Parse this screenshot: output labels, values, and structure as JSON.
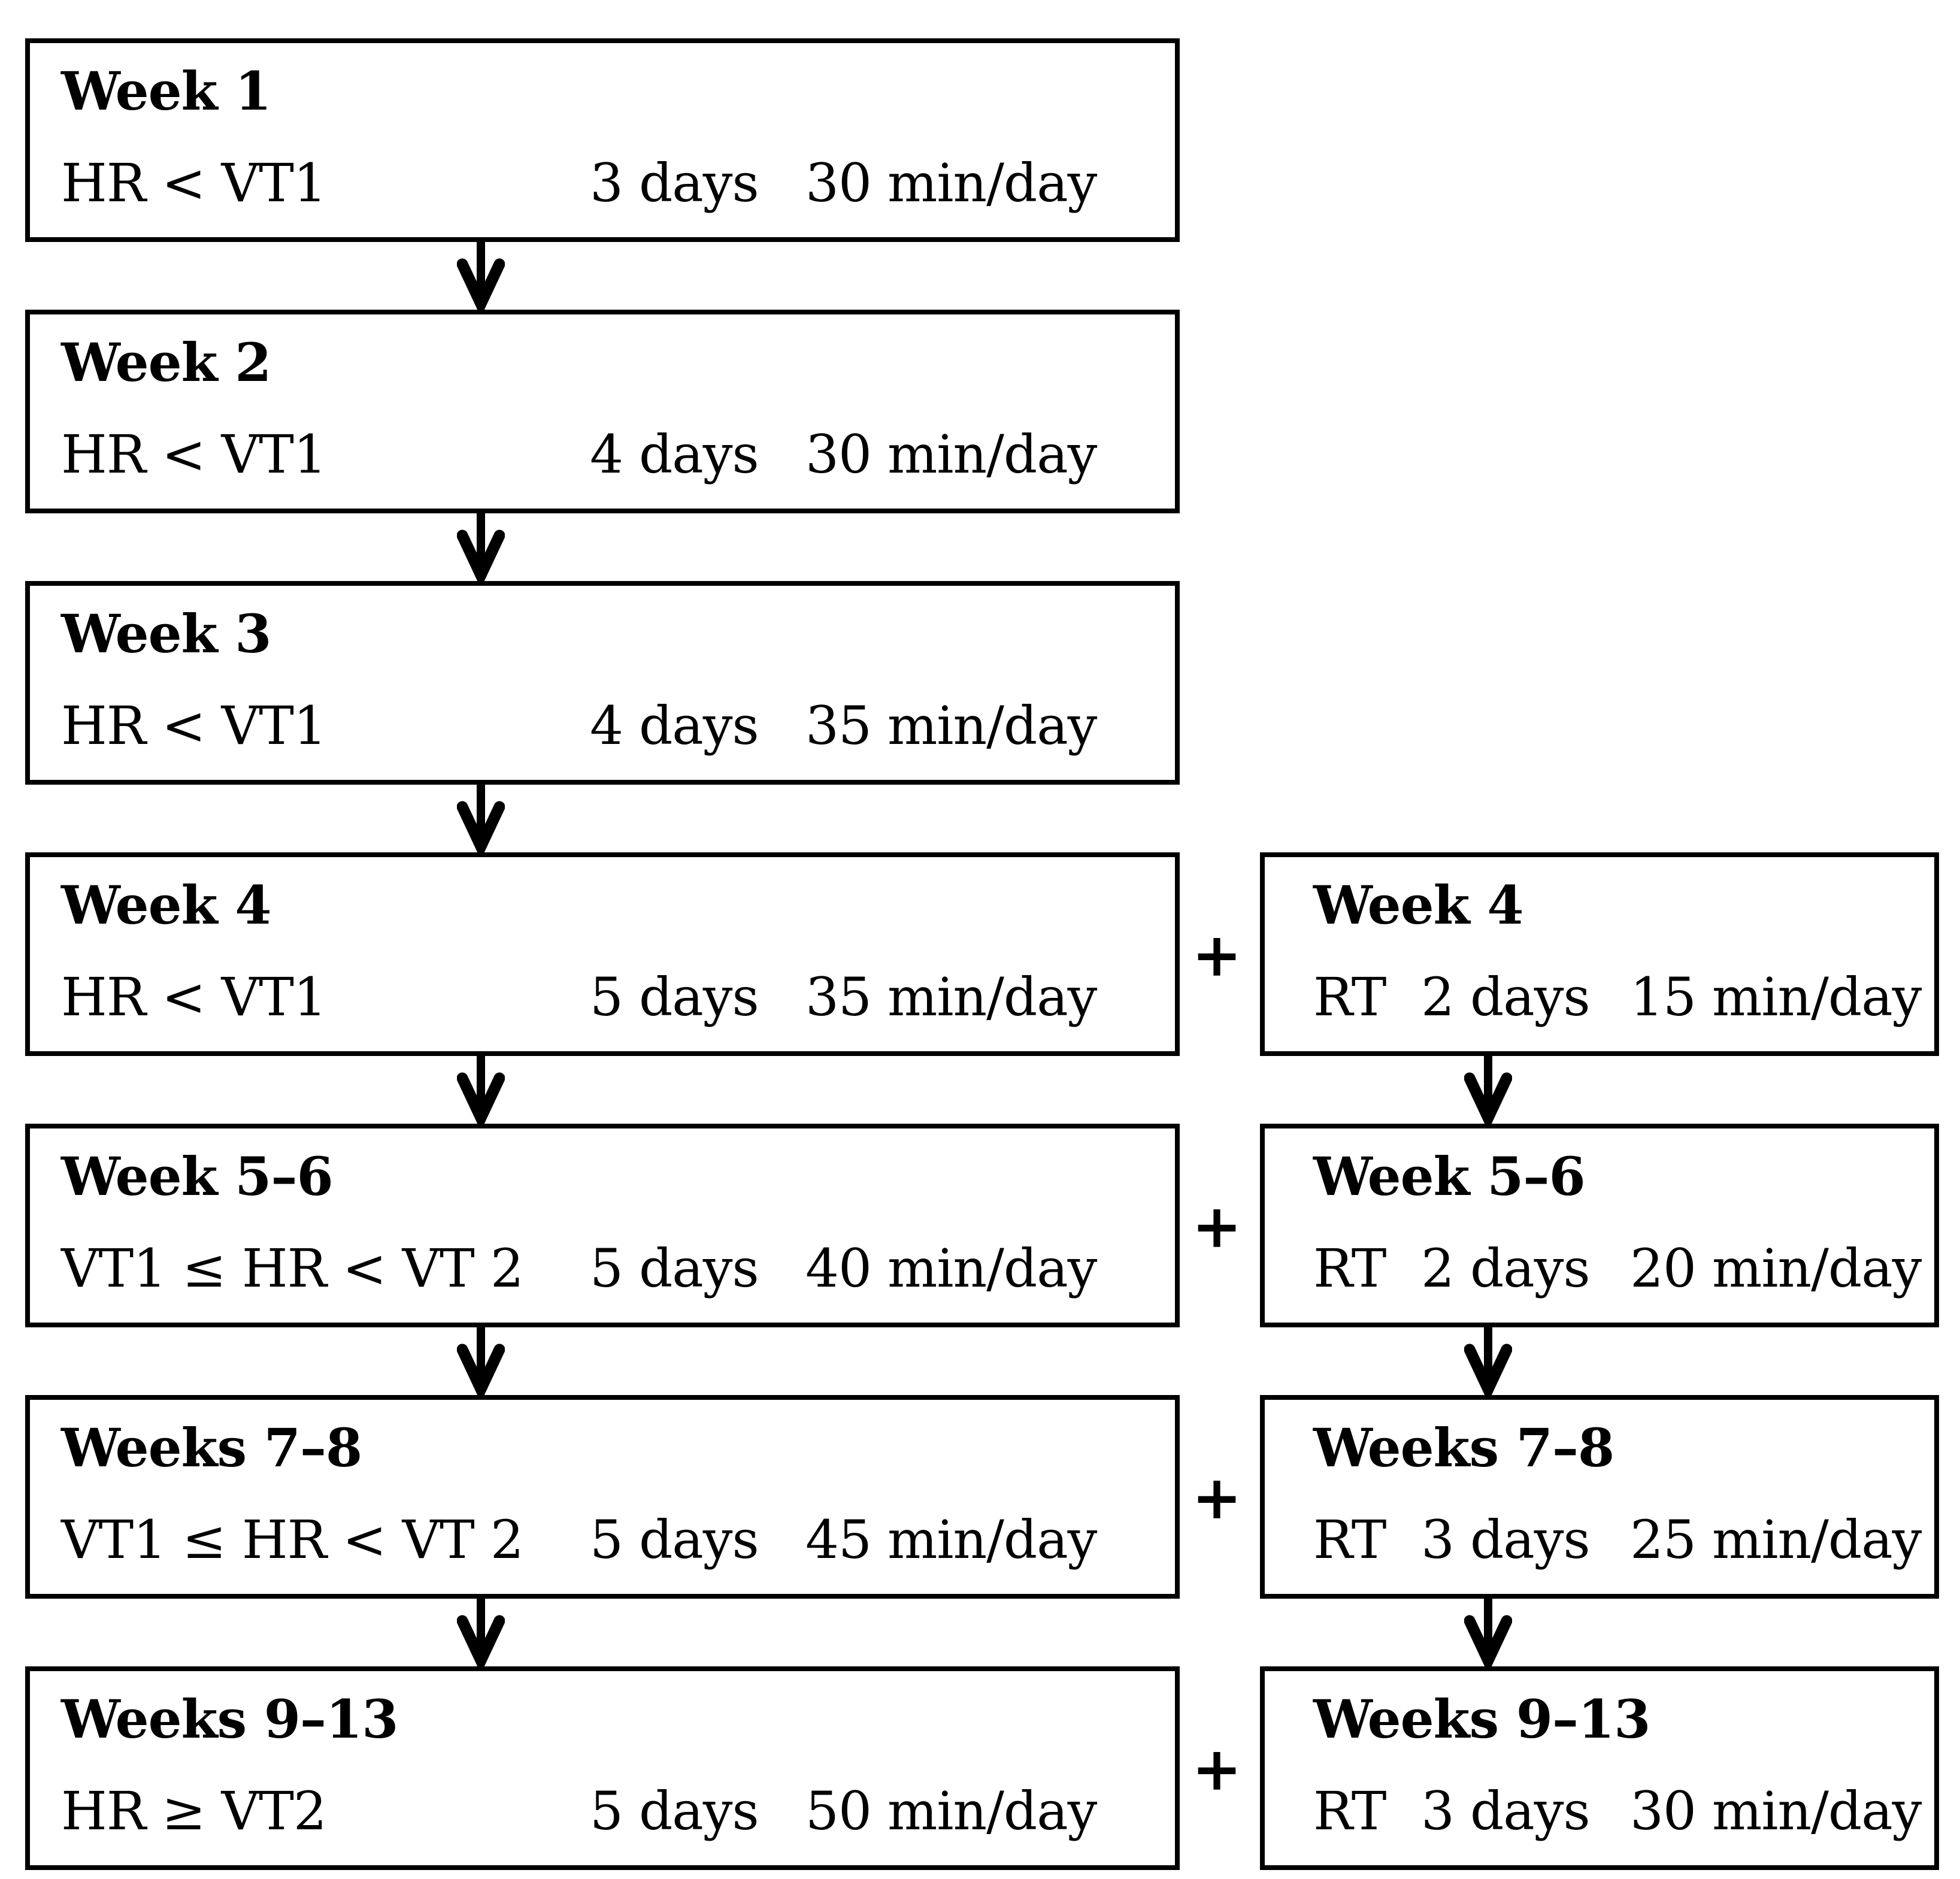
{
  "figure": {
    "background": "#ffffff",
    "text_color": "#000000",
    "border_color": "#000000",
    "arrow_color": "#000000",
    "plus": "+",
    "left_column": {
      "boxes": [
        {
          "title": "Week 1",
          "condition": "HR < VT1",
          "days": "3 days",
          "duration": "30 min/day"
        },
        {
          "title": "Week 2",
          "condition": "HR < VT1",
          "days": "4 days",
          "duration": "30 min/day"
        },
        {
          "title": "Week 3",
          "condition": "HR < VT1",
          "days": "4 days",
          "duration": "35 min/day"
        },
        {
          "title": "Week 4",
          "condition": "HR < VT1",
          "days": "5 days",
          "duration": "35 min/day"
        },
        {
          "title": "Week 5–6",
          "condition": "VT1 ≤ HR < VT 2",
          "days": "5 days",
          "duration": "40 min/day"
        },
        {
          "title": "Weeks 7–8",
          "condition": "VT1 ≤ HR < VT 2",
          "days": "5 days",
          "duration": "45 min/day"
        },
        {
          "title": "Weeks 9–13",
          "condition": "HR ≥ VT2",
          "days": "5 days",
          "duration": "50 min/day"
        }
      ]
    },
    "right_column": {
      "boxes": [
        {
          "title": "Week 4",
          "condition": "RT",
          "days": "2 days",
          "duration": "15 min/day"
        },
        {
          "title": "Week 5–6",
          "condition": "RT",
          "days": "2 days",
          "duration": "20 min/day"
        },
        {
          "title": "Weeks 7–8",
          "condition": "RT",
          "days": "3 days",
          "duration": "25 min/day"
        },
        {
          "title": "Weeks 9–13",
          "condition": "RT",
          "days": "3 days",
          "duration": "30 min/day"
        }
      ]
    }
  }
}
